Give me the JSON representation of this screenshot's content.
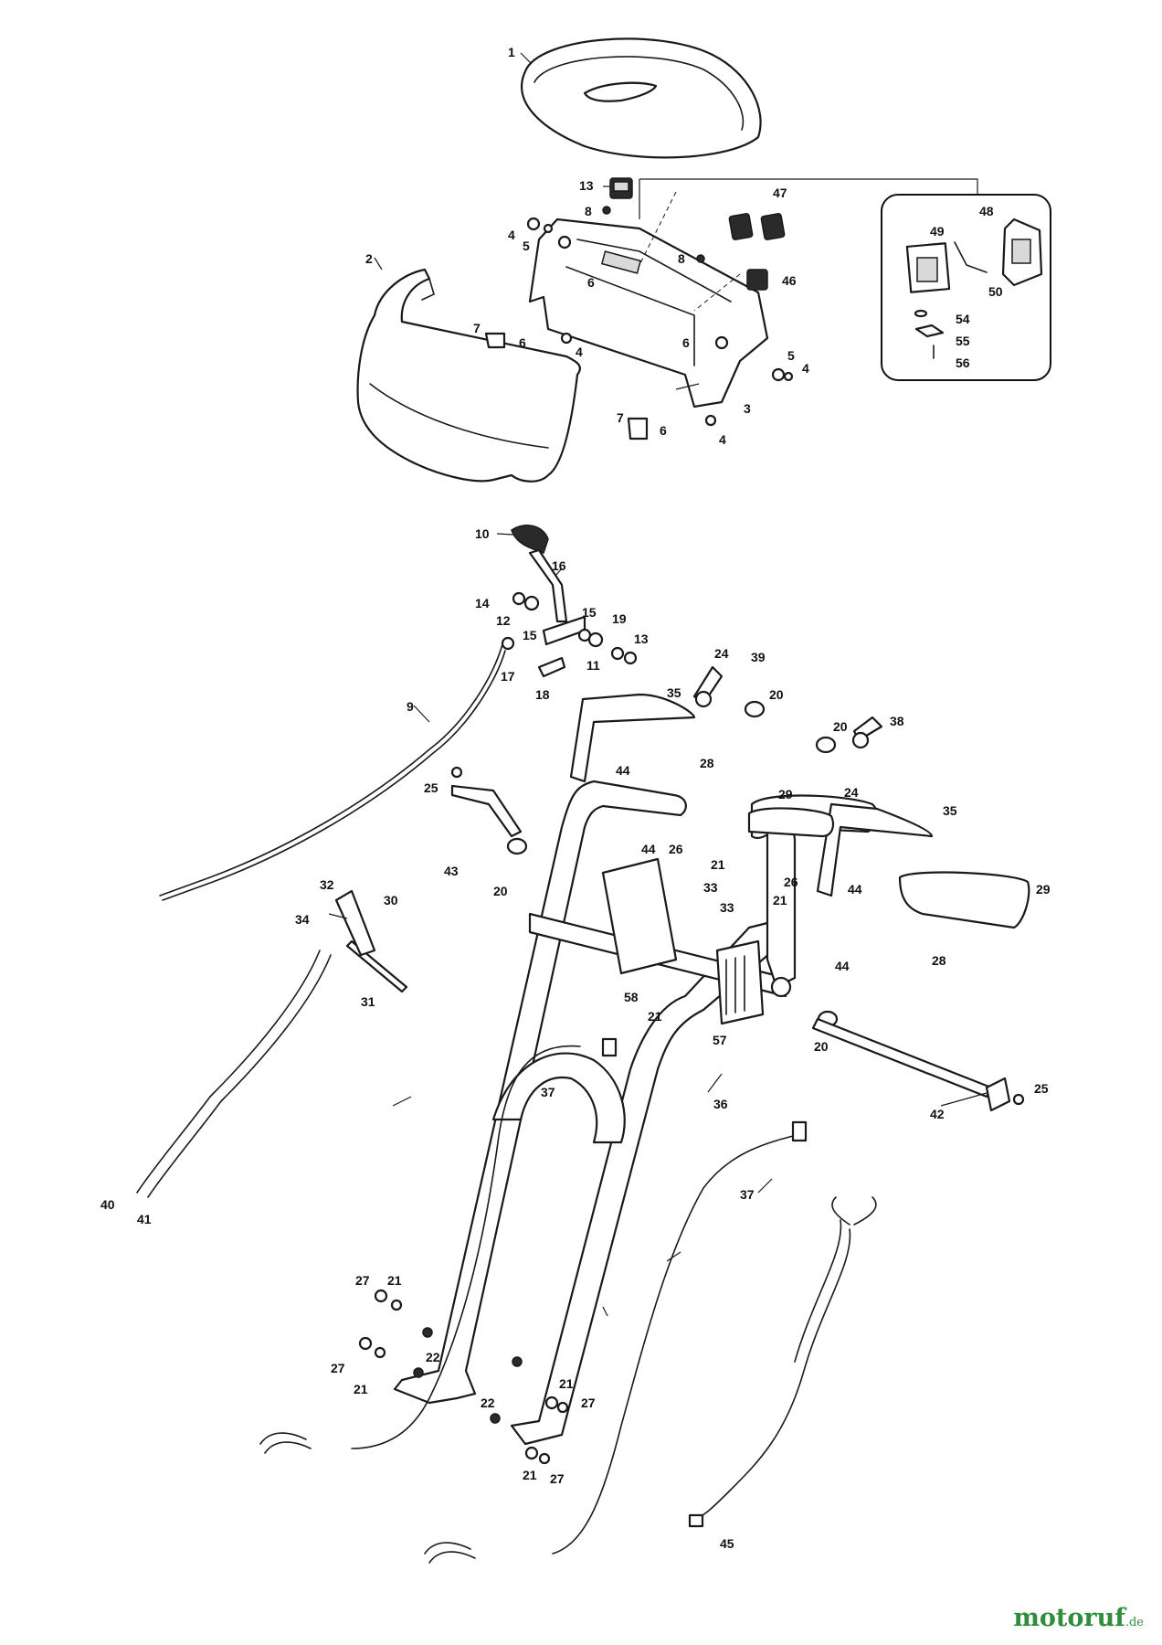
{
  "watermark": {
    "brand": "motoruf",
    "tld": ".de"
  },
  "callouts": {
    "c1": "1",
    "c2": "2",
    "c3": "3",
    "c4a": "4",
    "c4b": "4",
    "c4c": "4",
    "c4d": "4",
    "c5a": "5",
    "c5b": "5",
    "c6a": "6",
    "c6b": "6",
    "c6c": "6",
    "c6d": "6",
    "c7a": "7",
    "c7b": "7",
    "c8a": "8",
    "c8b": "8",
    "c9": "9",
    "c10": "10",
    "c11": "11",
    "c12": "12",
    "c13a": "13",
    "c13b": "13",
    "c14": "14",
    "c15a": "15",
    "c15b": "15",
    "c16": "16",
    "c17": "17",
    "c18": "18",
    "c19": "19",
    "c20a": "20",
    "c20b": "20",
    "c20c": "20",
    "c20d": "20",
    "c21a": "21",
    "c21b": "21",
    "c21c": "21",
    "c21d": "21",
    "c21e": "21",
    "c21f": "21",
    "c21g": "21",
    "c22a": "22",
    "c22b": "22",
    "c24a": "24",
    "c24b": "24",
    "c25a": "25",
    "c25b": "25",
    "c26a": "26",
    "c26b": "26",
    "c27a": "27",
    "c27b": "27",
    "c27c": "27",
    "c27d": "27",
    "c28a": "28",
    "c28b": "28",
    "c29a": "29",
    "c29b": "29",
    "c30": "30",
    "c31": "31",
    "c32": "32",
    "c33a": "33",
    "c33b": "33",
    "c34": "34",
    "c35a": "35",
    "c35b": "35",
    "c36": "36",
    "c37a": "37",
    "c37b": "37",
    "c38": "38",
    "c39": "39",
    "c40": "40",
    "c41": "41",
    "c42": "42",
    "c43": "43",
    "c44a": "44",
    "c44b": "44",
    "c44c": "44",
    "c44d": "44",
    "c45": "45",
    "c46": "46",
    "c47": "47",
    "c48": "48",
    "c49": "49",
    "c50": "50",
    "c54": "54",
    "c55": "55",
    "c56": "56",
    "c57": "57",
    "c58": "58"
  }
}
